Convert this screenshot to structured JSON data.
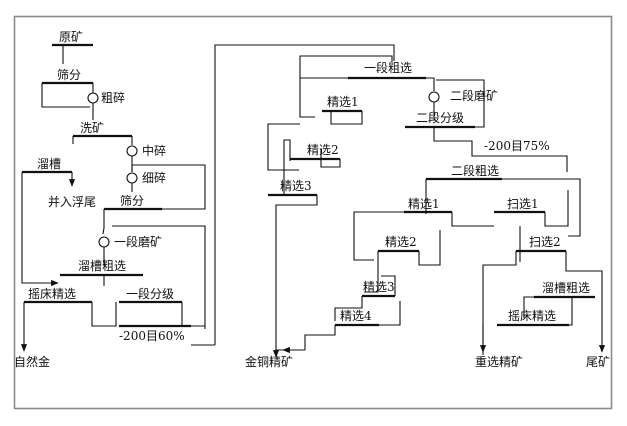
{
  "nodes": {
    "raw_ore": "原矿",
    "screening1": "筛分",
    "coarse_crush": "粗碎",
    "washing": "洗矿",
    "medium_crush": "中碎",
    "sluice": "溜槽",
    "fine_crush": "细碎",
    "to_flotation_tailings": "并入浮尾",
    "screening2": "筛分",
    "stage1_grinding_left": "一段磨矿",
    "sluice_rougher": "溜槽粗选",
    "table_cleaning_left": "摇床精选",
    "stage1_classify": "一段分级",
    "grade_200_60": "-200目60%",
    "native_gold": "自然金",
    "stage1_rougher": "一段粗选",
    "cleaner1_top": "精选1",
    "stage2_grinding": "二段磨矿",
    "stage2_classify": "二段分级",
    "cleaner2_top": "精选2",
    "grade_200_75": "-200目75%",
    "cleaner3_top": "精选3",
    "stage2_rougher": "二段粗选",
    "cleaner1_mid": "精选1",
    "scavenger1": "扫选1",
    "cleaner2_mid": "精选2",
    "scavenger2": "扫选2",
    "cleaner3_mid": "精选3",
    "sluice_rougher_right": "溜槽粗选",
    "cleaner4": "精选4",
    "table_cleaning_right": "摇床精选",
    "gold_copper_conc": "金铜精矿",
    "gravity_conc": "重选精矿",
    "tailings": "尾矿"
  }
}
